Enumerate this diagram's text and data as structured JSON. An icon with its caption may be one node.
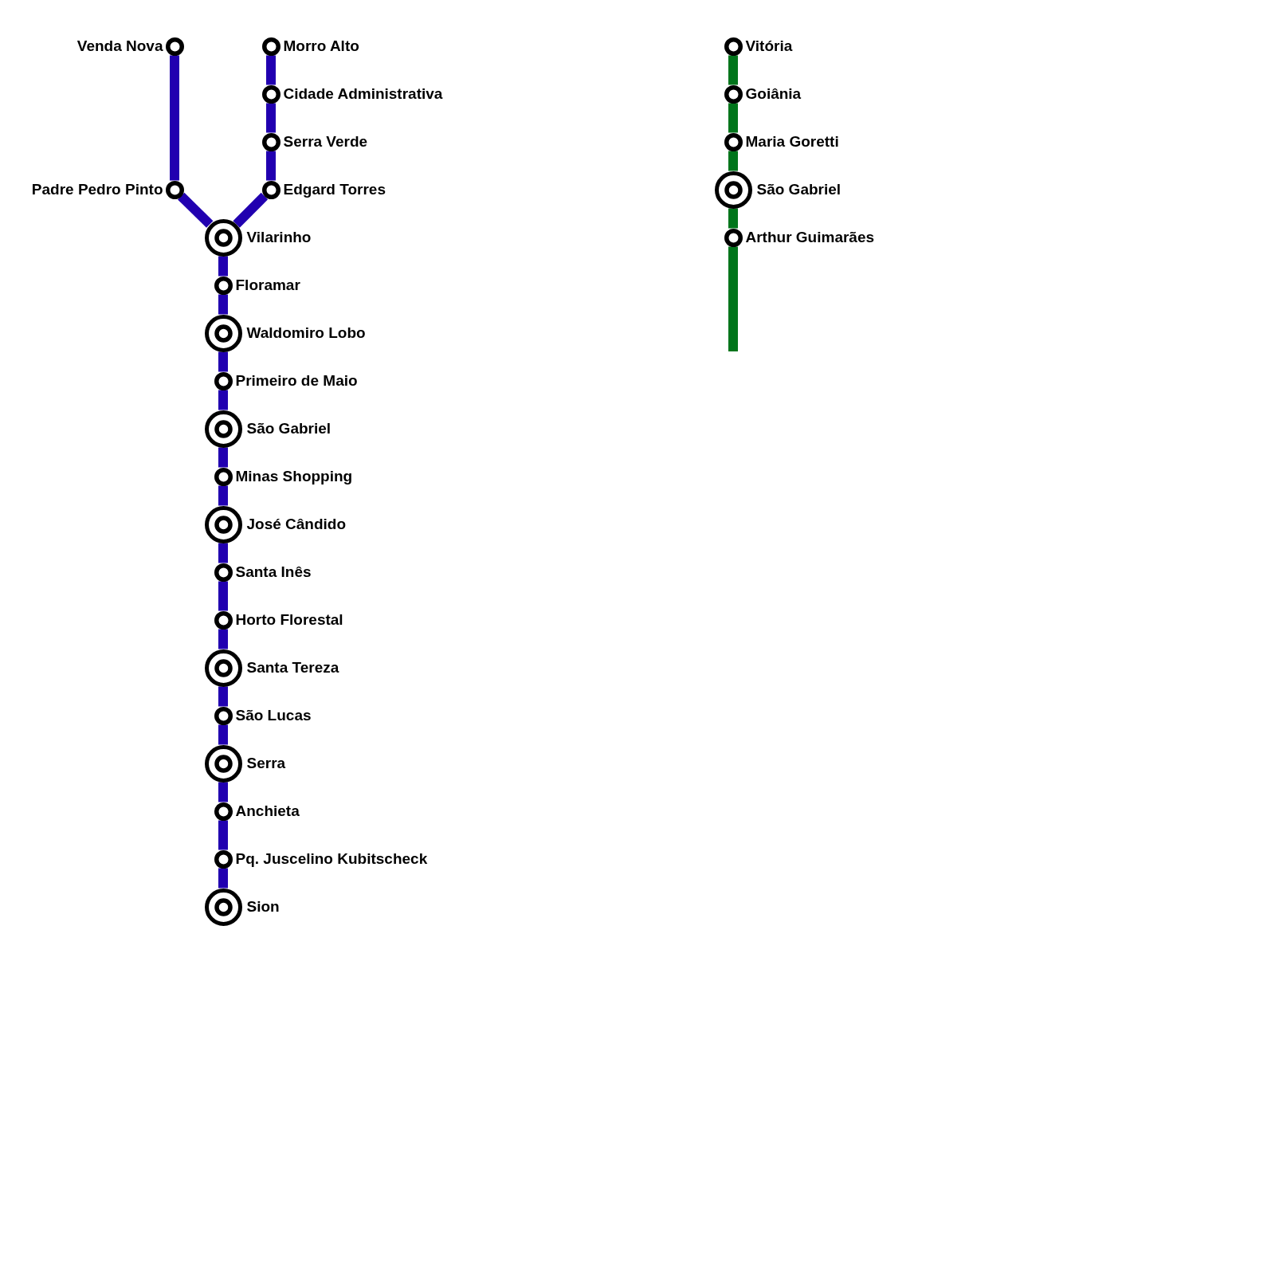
{
  "diagram": {
    "nodes": [
      {
        "text": [
          "Venda Nova"
        ]
      },
      {
        "text": [
          "Padre Pedro Pinto"
        ]
      },
      {
        "text": [
          "Morro Alto"
        ]
      },
      {
        "text": [
          "Cidade Administrativa"
        ]
      },
      {
        "text": [
          "Serra Verde"
        ]
      },
      {
        "text": [
          "Edgard Torres"
        ]
      },
      {
        "text": [
          "Vilarinho"
        ]
      },
      {
        "text": [
          "Floramar"
        ]
      },
      {
        "text": [
          "Waldomiro Lobo"
        ]
      },
      {
        "text": [
          "Primeiro de Maio"
        ]
      },
      {
        "text": [
          "São Gabriel"
        ]
      },
      {
        "text": [
          "Minas Shopping"
        ]
      },
      {
        "text": [
          "José Cândido"
        ]
      },
      {
        "text": [
          "Santa Inês"
        ]
      },
      {
        "text": [
          "Horto Florestal"
        ]
      },
      {
        "text": [
          "Santa Tereza"
        ]
      },
      {
        "text": [
          "São Lucas"
        ]
      },
      {
        "text": [
          "Serra"
        ]
      },
      {
        "text": [
          "Anchieta"
        ]
      },
      {
        "text": [
          "Pq. Juscelino Kubitscheck"
        ]
      },
      {
        "text": [
          "Sion"
        ]
      },
      {
        "text": [
          "Vitória"
        ]
      },
      {
        "text": [
          "Goiânia"
        ]
      },
      {
        "text": [
          "Maria Goretti"
        ]
      },
      {
        "text": [
          "São Gabriel"
        ]
      },
      {
        "text": [
          "Arthur Guimarães"
        ]
      }
    ],
    "edges": [
      {
        "from": 0,
        "to": 1,
        "arrow": "none"
      },
      {
        "from": 1,
        "to": 6,
        "arrow": "none"
      },
      {
        "from": 2,
        "to": 3,
        "arrow": "none"
      },
      {
        "from": 3,
        "to": 4,
        "arrow": "none"
      },
      {
        "from": 4,
        "to": 5,
        "arrow": "none"
      },
      {
        "from": 5,
        "to": 6,
        "arrow": "none"
      },
      {
        "from": 6,
        "to": 7,
        "arrow": "none"
      },
      {
        "from": 7,
        "to": 8,
        "arrow": "none"
      },
      {
        "from": 8,
        "to": 9,
        "arrow": "none"
      },
      {
        "from": 9,
        "to": 10,
        "arrow": "none"
      },
      {
        "from": 10,
        "to": 11,
        "arrow": "none"
      },
      {
        "from": 11,
        "to": 12,
        "arrow": "none"
      },
      {
        "from": 12,
        "to": 13,
        "arrow": "none"
      },
      {
        "from": 13,
        "to": 14,
        "arrow": "none"
      },
      {
        "from": 14,
        "to": 15,
        "arrow": "none"
      },
      {
        "from": 15,
        "to": 16,
        "arrow": "none"
      },
      {
        "from": 16,
        "to": 17,
        "arrow": "none"
      },
      {
        "from": 17,
        "to": 18,
        "arrow": "none"
      },
      {
        "from": 18,
        "to": 19,
        "arrow": "none"
      },
      {
        "from": 19,
        "to": 20,
        "arrow": "none"
      },
      {
        "from": 21,
        "to": 22,
        "arrow": "none",
        "color": "#00751b"
      },
      {
        "from": 22,
        "to": 23,
        "arrow": "none",
        "color": "#00751b"
      },
      {
        "from": 23,
        "to": 24,
        "arrow": "none",
        "color": "#00751b"
      },
      {
        "from": 24,
        "to": 25,
        "arrow": "none",
        "color": "#00751b"
      },
      {
        "from": 25,
        "to": null,
        "arrow": "none",
        "color": "#00751b"
      }
    ]
  }
}
